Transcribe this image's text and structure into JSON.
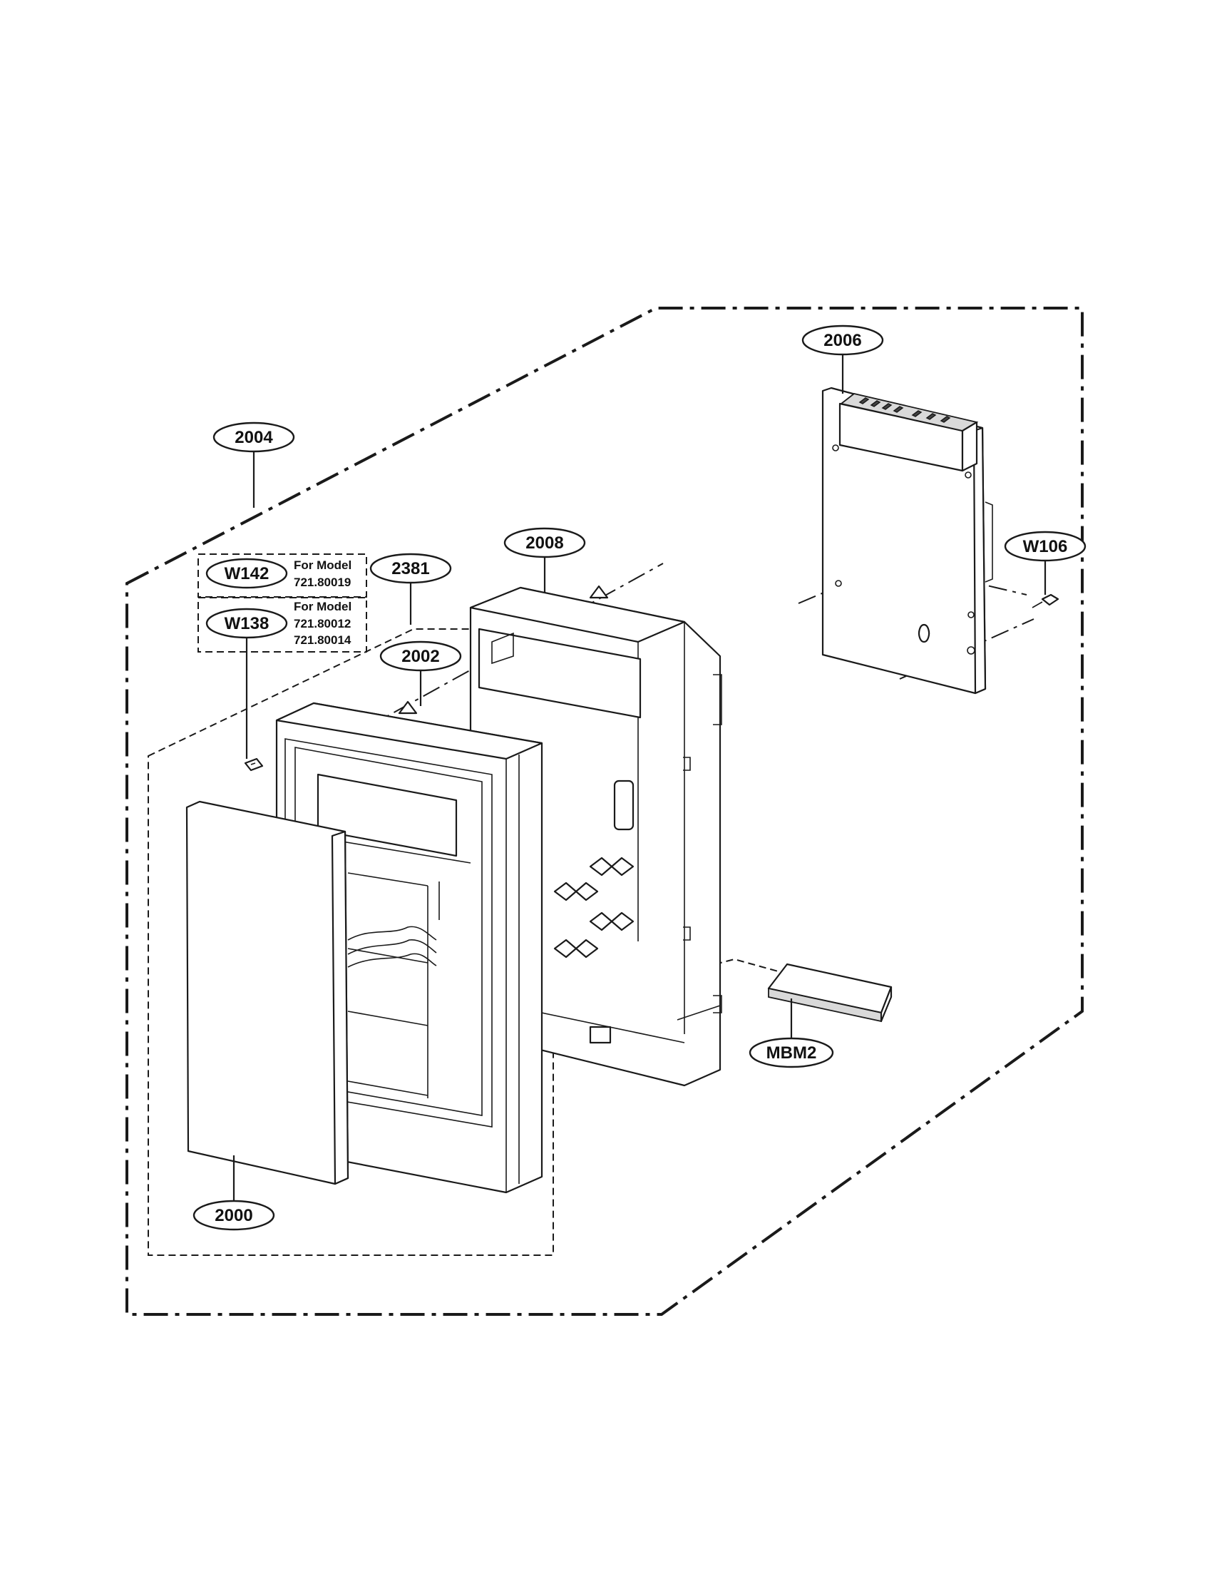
{
  "callouts": {
    "c2004": "2004",
    "c2006": "2006",
    "c2008": "2008",
    "c2381": "2381",
    "c2002": "2002",
    "cW142": "W142",
    "cW138": "W138",
    "cW106": "W106",
    "cMBM2": "MBM2",
    "c2000": "2000"
  },
  "notes": {
    "w142_title": "For Model",
    "w142_model": "721.80019",
    "w138_title": "For Model",
    "w138_model_1": "721.80012",
    "w138_model_2": "721.80014"
  }
}
